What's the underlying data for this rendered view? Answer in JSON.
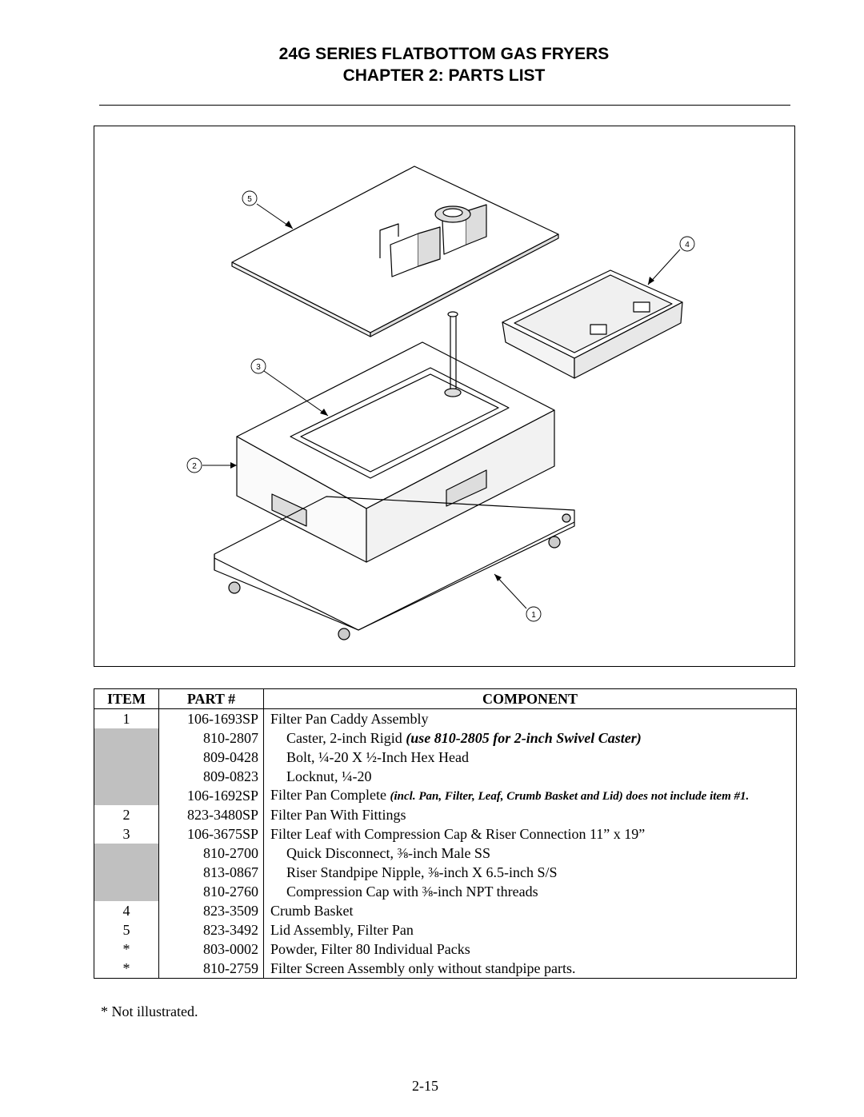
{
  "header": {
    "line1": "24G SERIES FLATBOTTOM GAS FRYERS",
    "line2": "CHAPTER 2:  PARTS LIST"
  },
  "figure": {
    "callouts": [
      "1",
      "2",
      "3",
      "4",
      "5"
    ]
  },
  "table": {
    "headers": {
      "item": "ITEM",
      "part": "PART #",
      "component": "COMPONENT"
    },
    "rows": [
      {
        "item": "1",
        "part": "106-1693SP",
        "component": "Filter Pan Caddy Assembly"
      },
      {
        "item": "",
        "part": "810-2807",
        "component": "Caster, 2-inch Rigid ",
        "note": "(use 810-2805 for 2-inch Swivel Caster)"
      },
      {
        "item": "",
        "part": "809-0428",
        "component": "Bolt, ¼-20 X ½-Inch Hex Head"
      },
      {
        "item": "",
        "part": "809-0823",
        "component": "Locknut, ¼-20"
      },
      {
        "item": "",
        "part": "106-1692SP",
        "component": "Filter Pan Complete ",
        "note": "(incl. Pan, Filter, Leaf, Crumb Basket and Lid) does not include item #1."
      },
      {
        "item": "2",
        "part": "823-3480SP",
        "component": "Filter Pan With Fittings"
      },
      {
        "item": "3",
        "part": "106-3675SP",
        "component": "Filter Leaf with Compression Cap & Riser Connection 11” x 19”"
      },
      {
        "item": "",
        "part": "810-2700",
        "component": "Quick Disconnect, ⅜-inch Male SS"
      },
      {
        "item": "",
        "part": "813-0867",
        "component": "Riser Standpipe Nipple, ⅜-inch X 6.5-inch S/S"
      },
      {
        "item": "",
        "part": "810-2760",
        "component": "Compression Cap with ⅜-inch NPT threads"
      },
      {
        "item": "4",
        "part": "823-3509",
        "component": "Crumb Basket"
      },
      {
        "item": "5",
        "part": "823-3492",
        "component": "Lid Assembly, Filter Pan"
      },
      {
        "item": "*",
        "part": "803-0002",
        "component": "Powder, Filter 80 Individual Packs"
      },
      {
        "item": "*",
        "part": "810-2759",
        "component": "Filter Screen Assembly only without standpipe parts."
      }
    ]
  },
  "footnote": "* Not illustrated.",
  "page_number": "2-15"
}
